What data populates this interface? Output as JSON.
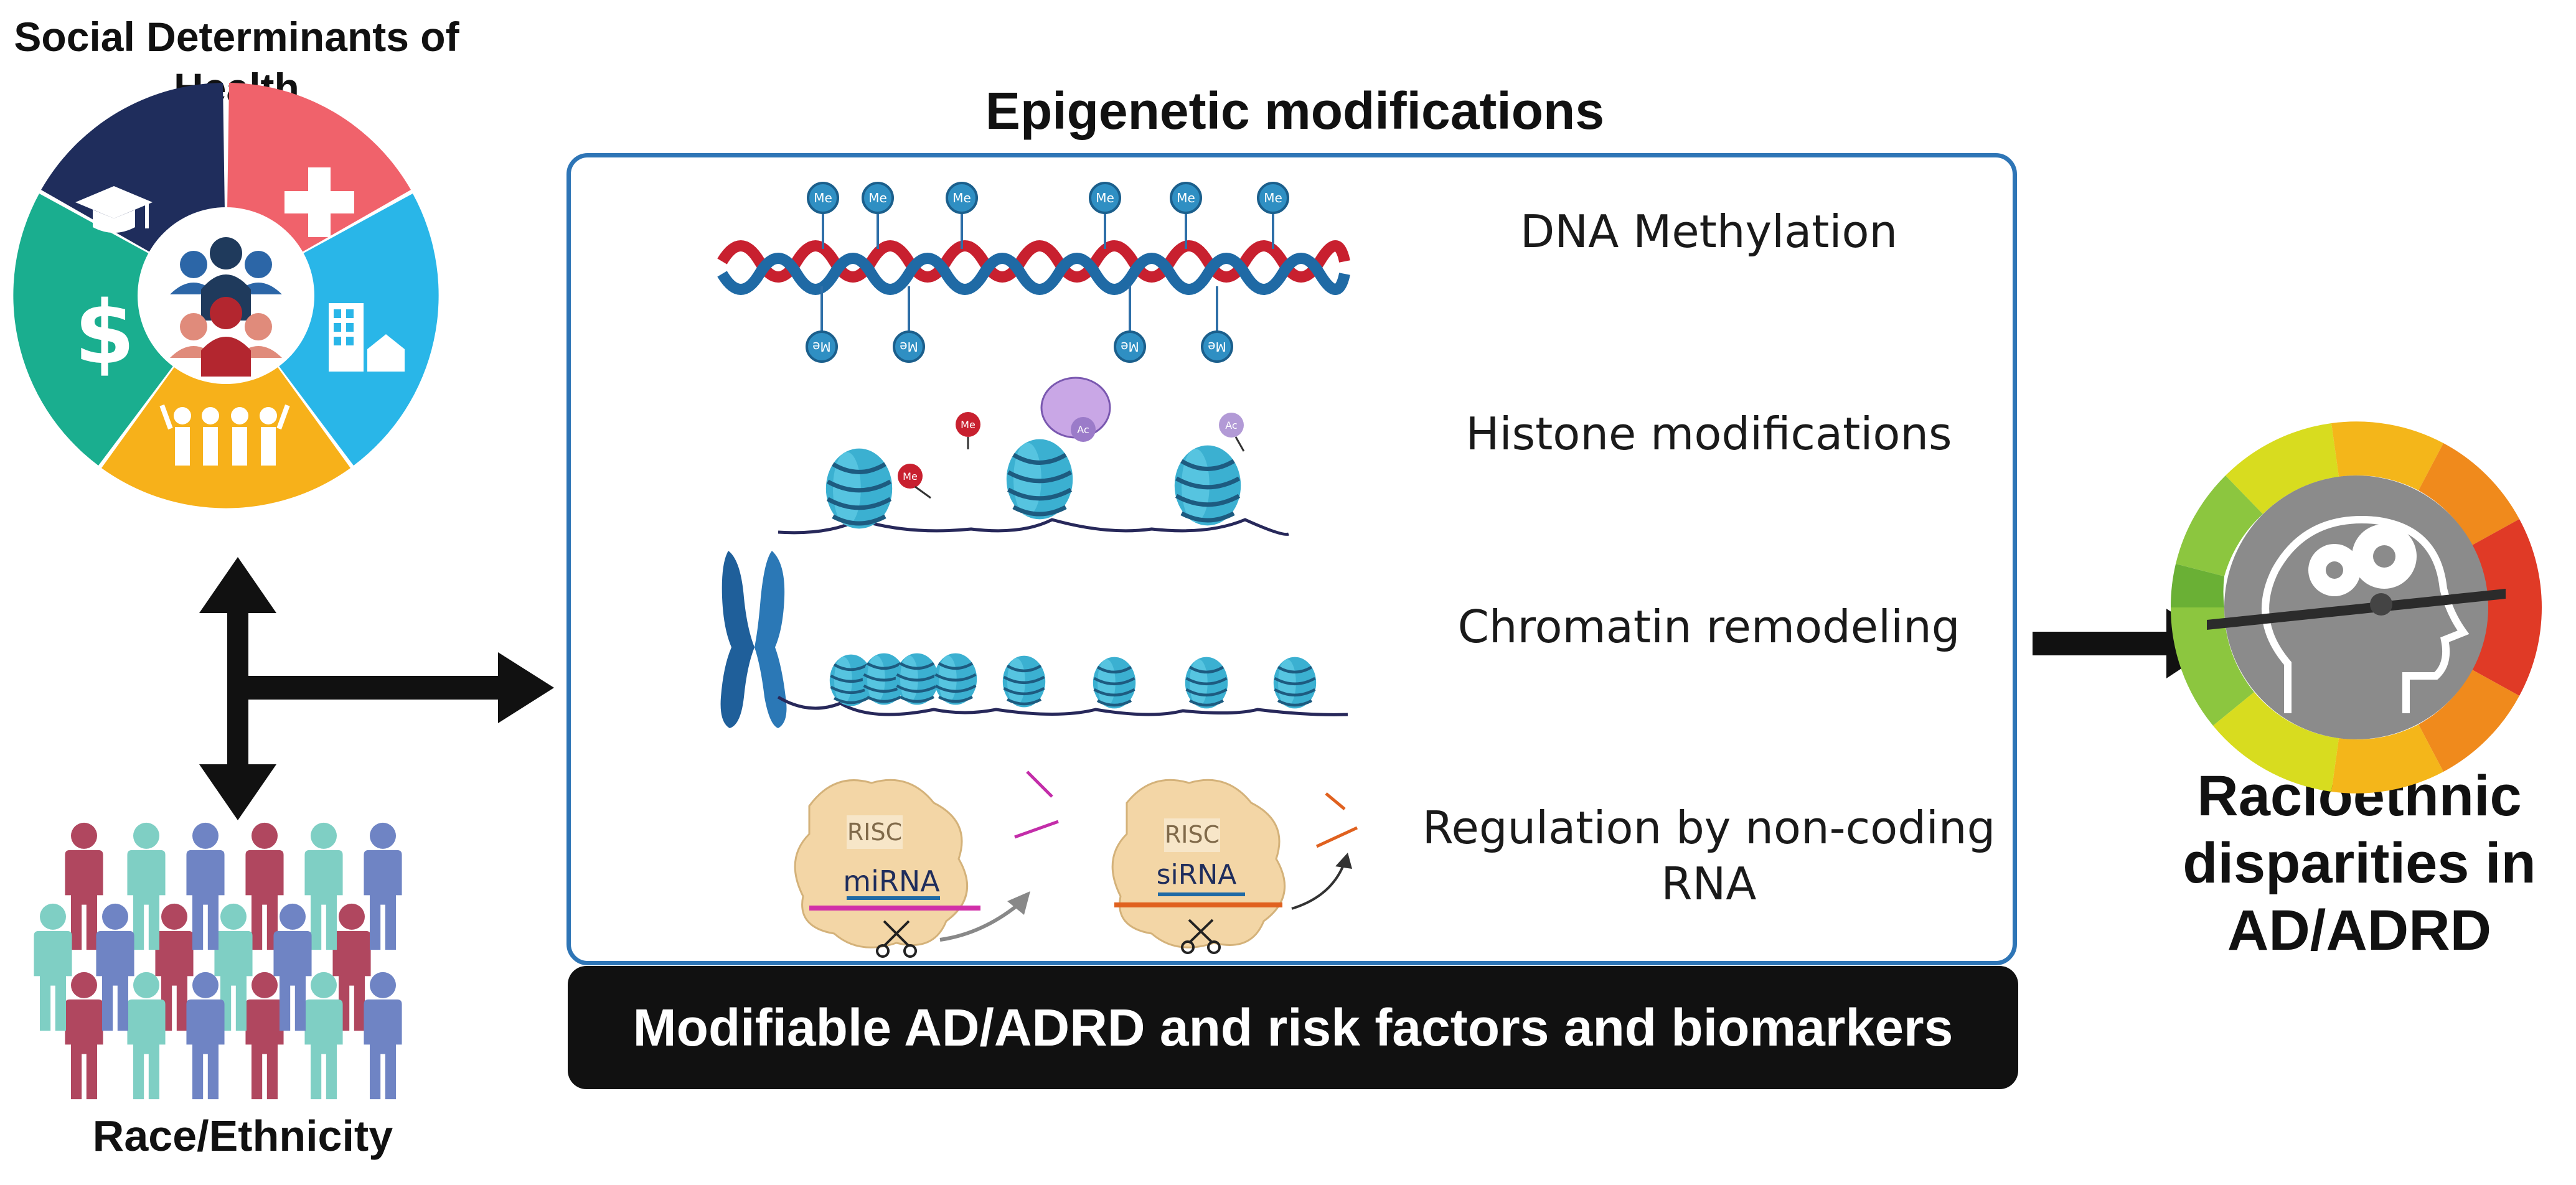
{
  "sdoh": {
    "title": "Social Determinants of Health"
  },
  "race": {
    "title": "Race/Ethnicity"
  },
  "epigenetics": {
    "title": "Epigenetic modifications",
    "rows": [
      {
        "label": "DNA Methylation",
        "tag": "Me"
      },
      {
        "label": "Histone modifications",
        "tags": [
          "Me",
          "Ac"
        ]
      },
      {
        "label": "Chromatin remodeling"
      },
      {
        "label": "Regulation by non-coding RNA",
        "complexes": [
          {
            "name": "RISC",
            "rna": "miRNA"
          },
          {
            "name": "RISC",
            "rna": "siRNA"
          }
        ]
      }
    ]
  },
  "bottom_bar": {
    "label": "Modifiable AD/ADRD and risk factors and biomarkers"
  },
  "outcome": {
    "title": "Racioethnic disparities in AD/ADRD"
  },
  "colors": {
    "education": "#1f2d5c",
    "health": "#f0626b",
    "housing": "#29b6e8",
    "community": "#f7b11a",
    "income": "#1aae8f",
    "box_border": "#2e75b6",
    "dna_red": "#c8202f",
    "dna_blue": "#1f6aa5",
    "histone": "#3bb0d1"
  },
  "icons": [
    "graduation-cap-icon",
    "medical-cross-icon",
    "dollar-icon",
    "building-house-icon",
    "people-group-icon",
    "brain-gears-icon",
    "scissors-icon"
  ]
}
